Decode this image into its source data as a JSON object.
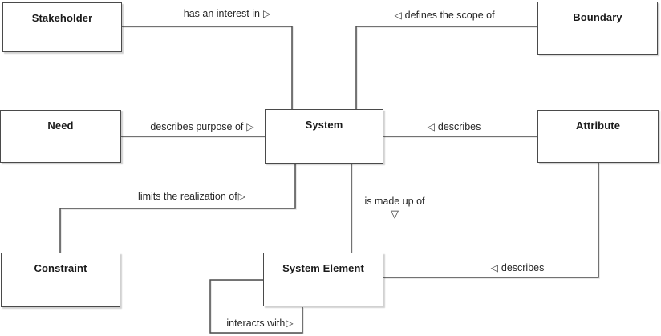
{
  "colors": {
    "background": "#ffffff",
    "line": "#4d4d4d",
    "box_border": "#4a4a4a",
    "box_fill": "#ffffff",
    "text": "#1a1a1a"
  },
  "nodes": [
    {
      "id": "stakeholder",
      "label": "Stakeholder"
    },
    {
      "id": "need",
      "label": "Need"
    },
    {
      "id": "constraint",
      "label": "Constraint"
    },
    {
      "id": "system",
      "label": "System"
    },
    {
      "id": "system-element",
      "label": "System Element"
    },
    {
      "id": "boundary",
      "label": "Boundary"
    },
    {
      "id": "attribute",
      "label": "Attribute"
    }
  ],
  "edges": [
    {
      "from": "Stakeholder",
      "to": "System",
      "label": "has an interest in",
      "arrow_icon": "▷",
      "arrow_side": "after"
    },
    {
      "from": "Boundary",
      "to": "System",
      "label": "defines the scope of",
      "arrow_icon": "◁",
      "arrow_side": "before"
    },
    {
      "from": "Need",
      "to": "System",
      "label": "describes purpose of",
      "arrow_icon": "▷",
      "arrow_side": "after"
    },
    {
      "from": "Attribute",
      "to": "System",
      "label": "describes",
      "arrow_icon": "◁",
      "arrow_side": "before"
    },
    {
      "from": "System",
      "to": "Constraint",
      "label": "limits the realization of",
      "arrow_icon": "▷",
      "arrow_side": "after"
    },
    {
      "from": "System",
      "to": "System Element",
      "label": "is made up of",
      "arrow_icon": "▽",
      "arrow_side": "below"
    },
    {
      "from": "Attribute",
      "to": "System Element",
      "label": "describes",
      "arrow_icon": "◁",
      "arrow_side": "before"
    },
    {
      "from": "System Element",
      "to": "System Element",
      "label": "interacts with",
      "arrow_icon": "▷",
      "arrow_side": "after"
    }
  ]
}
